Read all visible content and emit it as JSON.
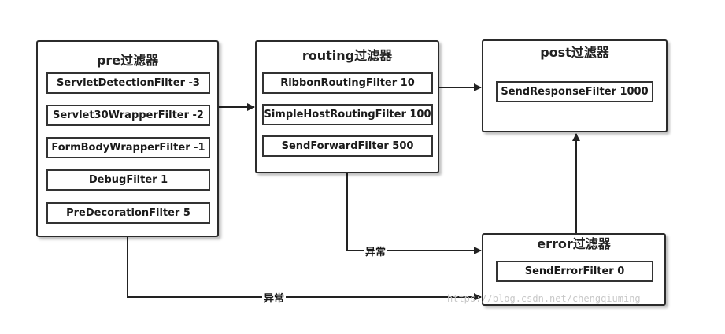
{
  "groups": {
    "pre": {
      "title": "pre过滤器",
      "filters": [
        "ServletDetectionFilter  -3",
        "Servlet30WrapperFilter  -2",
        "FormBodyWrapperFilter  -1",
        "DebugFilter  1",
        "PreDecorationFilter  5"
      ]
    },
    "routing": {
      "title": "routing过滤器",
      "filters": [
        "RibbonRoutingFilter  10",
        "SimpleHostRoutingFilter  100",
        "SendForwardFilter  500"
      ]
    },
    "post": {
      "title": "post过滤器",
      "filters": [
        "SendResponseFilter  1000"
      ]
    },
    "error": {
      "title": "error过滤器",
      "filters": [
        "SendErrorFilter  0"
      ]
    }
  },
  "edges": {
    "routing_error_label": "异常",
    "pre_error_label": "异常"
  },
  "watermark": "https://blog.csdn.net/chengqiuming"
}
